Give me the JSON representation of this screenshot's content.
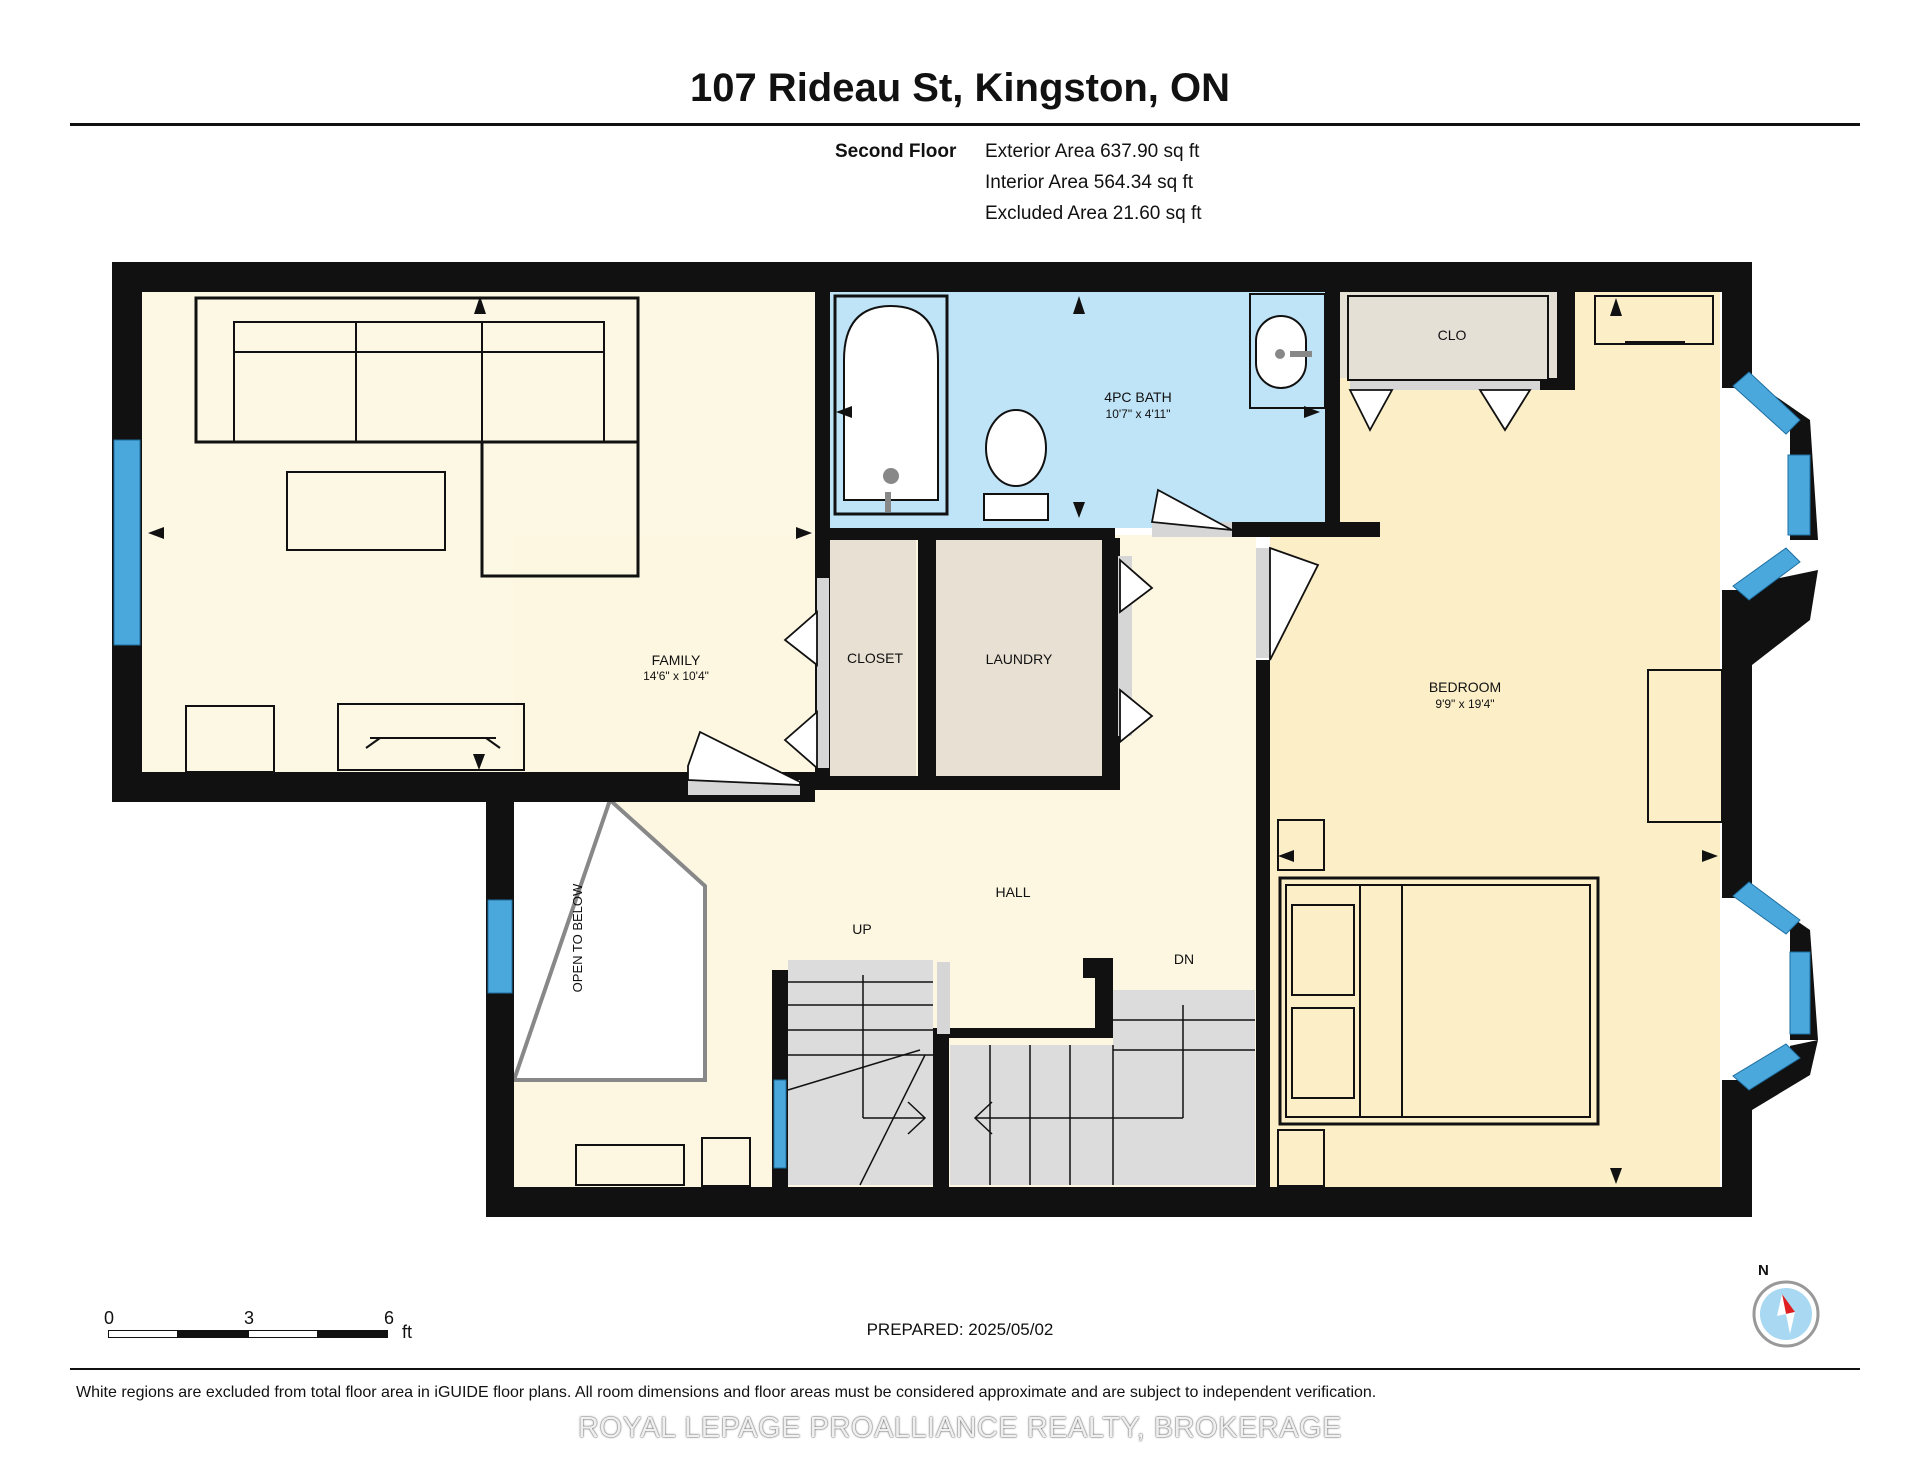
{
  "header": {
    "title": "107 Rideau St, Kingston, ON"
  },
  "areas": {
    "floor_name": "Second Floor",
    "exterior": "Exterior Area 637.90 sq ft",
    "interior": "Interior Area 564.34 sq ft",
    "excluded": "Excluded Area 21.60 sq ft"
  },
  "rooms": {
    "family": {
      "name": "FAMILY",
      "dims": "14'6\" x 10'4\""
    },
    "bath": {
      "name": "4PC BATH",
      "dims": "10'7\" x 4'11\""
    },
    "clo": {
      "name": "CLO"
    },
    "closet": {
      "name": "CLOSET"
    },
    "laundry": {
      "name": "LAUNDRY"
    },
    "bedroom": {
      "name": "BEDROOM",
      "dims": "9'9\" x 19'4\""
    },
    "hall": {
      "name": "HALL"
    },
    "open_below": {
      "name": "OPEN TO BELOW"
    },
    "up": {
      "name": "UP"
    },
    "dn": {
      "name": "DN"
    }
  },
  "scale": {
    "ticks": [
      "0",
      "3",
      "6"
    ],
    "unit": "ft"
  },
  "prepared": "PREPARED: 2025/05/02",
  "disclaimer": "White regions are excluded from total floor area in iGUIDE floor plans. All room dimensions and floor areas must be considered approximate and are subject to independent verification.",
  "watermark": "ROYAL LEPAGE PROALLIANCE REALTY, BROKERAGE",
  "compass": {
    "north_label": "N"
  },
  "colors": {
    "wall": "#111111",
    "family_floor": "#fdf8e4",
    "bath_floor": "#bfe4f7",
    "bedroom_floor": "#fcefc8",
    "hall_floor": "#fdf7e2",
    "closet_floor": "#e8e0d2",
    "stairs": "#dcdcdc",
    "window": "#4aa8dc"
  }
}
